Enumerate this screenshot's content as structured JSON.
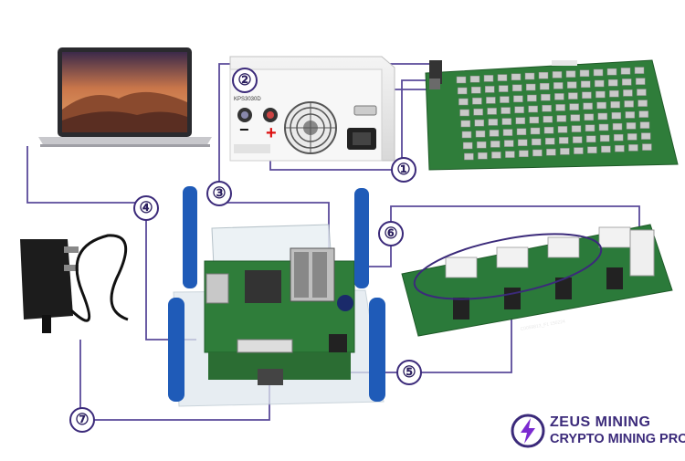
{
  "callouts": [
    {
      "id": "1",
      "label": "①"
    },
    {
      "id": "2",
      "label": "②"
    },
    {
      "id": "3",
      "label": "③"
    },
    {
      "id": "4",
      "label": "④"
    },
    {
      "id": "5",
      "label": "⑤"
    },
    {
      "id": "6",
      "label": "⑥"
    },
    {
      "id": "7",
      "label": "⑦"
    }
  ],
  "power_supply": {
    "model": "KPS3030D",
    "minus_sign": "−",
    "plus_sign": "+"
  },
  "adapter_board": {
    "part_label": "C0059813_F1 150224"
  },
  "brand": {
    "line1": "ZEUS MINING",
    "line2": "CRYPTO MINING PRO"
  },
  "colors": {
    "line": "#5a4a9a",
    "brand": "#3b2a7a",
    "pcb_green": "#2f7d3a",
    "post_blue": "#1f5bb8"
  }
}
